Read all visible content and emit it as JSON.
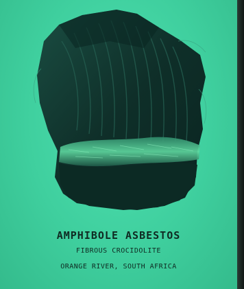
{
  "label": {
    "title": "AMPHIBOLE ASBESTOS",
    "subtitle": "FIBROUS CROCIDOLITE",
    "location": "ORANGE RIVER, SOUTH AFRICA"
  },
  "colors": {
    "background": "#3fcf9e",
    "rock_dark": "#0e2b26",
    "rock_mid": "#17463c",
    "fiber_highlight": "#5fd9a0",
    "text": "#0f2a22"
  }
}
